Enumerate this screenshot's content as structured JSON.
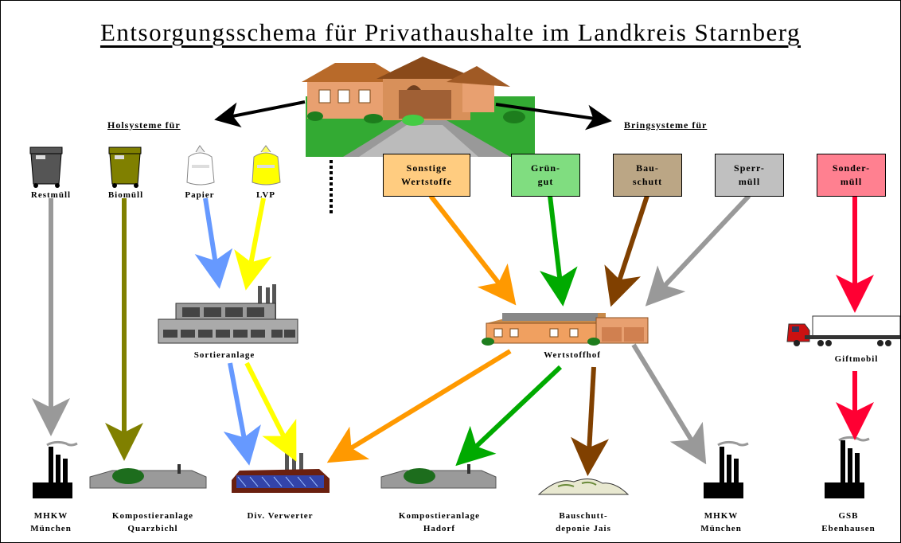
{
  "title": "Entsorgungsschema für Privathaushalte im Landkreis Starnberg",
  "sections": {
    "holsysteme": "Holsysteme für",
    "bringsysteme": "Bringsysteme für"
  },
  "bins": {
    "restmuell": "Restmüll",
    "biomuell": "Biomüll",
    "papier": "Papier",
    "lvp": "LVP"
  },
  "boxes": {
    "sonstige": {
      "line1": "Sonstige",
      "line2": "Wertstoffe",
      "color": "#FFCC80"
    },
    "gruengut": {
      "line1": "Grün-",
      "line2": "gut",
      "color": "#80DD80"
    },
    "bauschutt": {
      "line1": "Bau-",
      "line2": "schutt",
      "color": "#BBA685"
    },
    "sperrmuell": {
      "line1": "Sperr-",
      "line2": "müll",
      "color": "#C0C0C0"
    },
    "sondermuell": {
      "line1": "Sonder-",
      "line2": "müll",
      "color": "#FF8090"
    }
  },
  "facilities": {
    "sortieranlage": "Sortieranlage",
    "wertstoffhof": "Wertstoffhof",
    "giftmobil": "Giftmobil"
  },
  "destinations": {
    "mhkw1": {
      "line1": "MHKW",
      "line2": "München"
    },
    "kompost1": {
      "line1": "Kompostieranlage",
      "line2": "Quarzbichl"
    },
    "verwerter": {
      "line1": "Div. Verwerter",
      "line2": ""
    },
    "kompost2": {
      "line1": "Kompostieranlage",
      "line2": "Hadorf"
    },
    "deponie": {
      "line1": "Bauschutt-",
      "line2": "deponie Jais"
    },
    "mhkw2": {
      "line1": "MHKW",
      "line2": "München"
    },
    "gsb": {
      "line1": "GSB",
      "line2": "Ebenhausen"
    }
  },
  "arrow_colors": {
    "grey": "#999999",
    "olive": "#808000",
    "blue": "#6699FF",
    "yellow": "#FFFF00",
    "orange": "#FF9900",
    "green": "#00AA00",
    "brown": "#804000",
    "red": "#FF0033",
    "black": "#000000"
  }
}
